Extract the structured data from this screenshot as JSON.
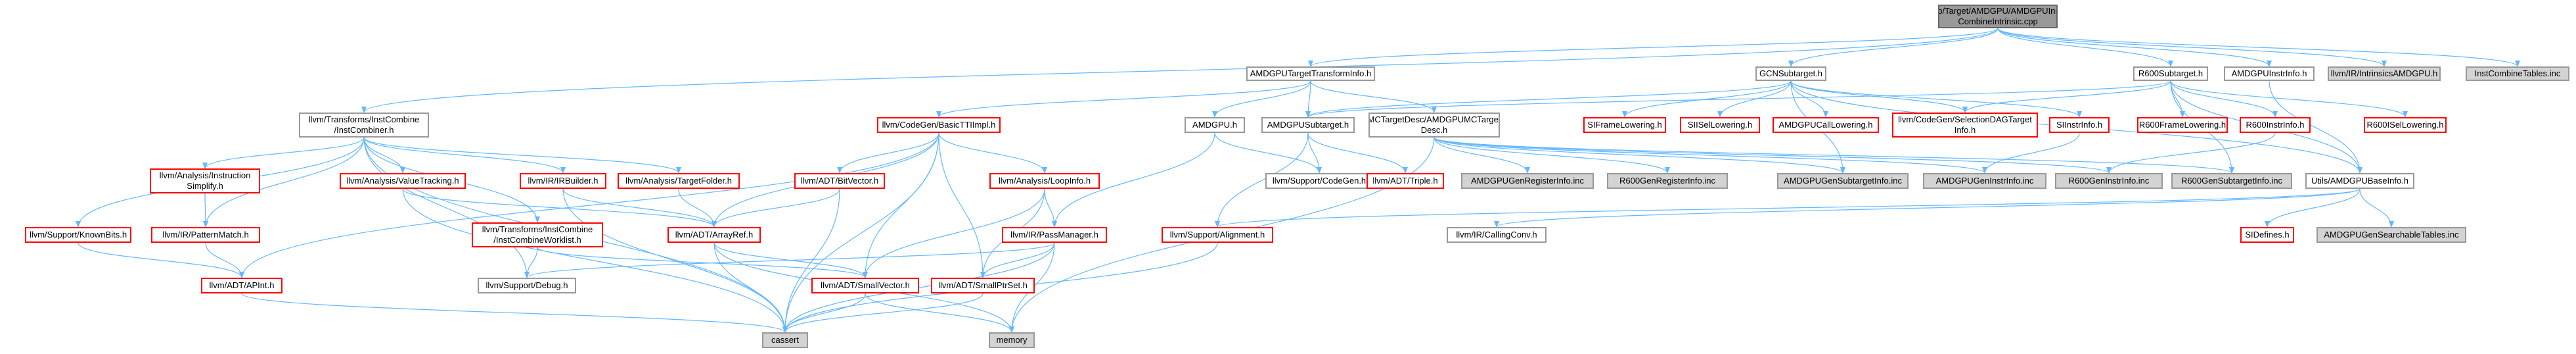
{
  "graph": {
    "root": {
      "label": "lib/Target/AMDGPU/AMDGPUInst\nCombineIntrinsic.cpp"
    },
    "nodes": {
      "ttinfo": {
        "label": "AMDGPUTargetTransformInfo.h"
      },
      "gcn": {
        "label": "GCNSubtarget.h"
      },
      "r600sub": {
        "label": "R600Subtarget.h"
      },
      "instrinfo": {
        "label": "AMDGPUInstrInfo.h"
      },
      "intrinsics": {
        "label": "llvm/IR/IntrinsicsAMDGPU.h"
      },
      "combtables": {
        "label": "InstCombineTables.inc"
      },
      "instcombiner": {
        "label": "llvm/Transforms/InstCombine\n/InstCombiner.h"
      },
      "codegenbt": {
        "label": "llvm/CodeGen/BasicTTIImpl.h"
      },
      "amdgpuh": {
        "label": "AMDGPU.h"
      },
      "amdgpusub": {
        "label": "AMDGPUSubtarget.h"
      },
      "mctarget": {
        "label": "MCTargetDesc/AMDGPUMCTarget\nDesc.h"
      },
      "siframe": {
        "label": "SIFrameLowering.h"
      },
      "siisel": {
        "label": "SIISelLowering.h"
      },
      "callLower": {
        "label": "AMDGPUCallLowering.h"
      },
      "seldag": {
        "label": "llvm/CodeGen/SelectionDAGTarget\nInfo.h"
      },
      "siinstr": {
        "label": "SIInstrInfo.h"
      },
      "r600frame": {
        "label": "R600FrameLowering.h"
      },
      "r600instr": {
        "label": "R600InstrInfo.h"
      },
      "r600isel": {
        "label": "R600ISelLowering.h"
      },
      "instsimp": {
        "label": "llvm/Analysis/Instruction\nSimplify.h"
      },
      "valtrack": {
        "label": "llvm/Analysis/ValueTracking.h"
      },
      "irbuilder": {
        "label": "llvm/IR/IRBuilder.h"
      },
      "targetfolder": {
        "label": "llvm/Analysis/TargetFolder.h"
      },
      "bitvector": {
        "label": "llvm/ADT/BitVector.h"
      },
      "loopinfo": {
        "label": "llvm/Analysis/LoopInfo.h"
      },
      "targetcodegen": {
        "label": "llvm/Support/CodeGen.h"
      },
      "triple": {
        "label": "llvm/ADT/Triple.h"
      },
      "genreg": {
        "label": "AMDGPUGenRegisterInfo.inc"
      },
      "r600reg": {
        "label": "R600GenRegisterInfo.inc"
      },
      "gensub": {
        "label": "AMDGPUGenSubtargetInfo.inc"
      },
      "geninstr": {
        "label": "AMDGPUGenInstrInfo.inc"
      },
      "r600geninstr": {
        "label": "R600GenInstrInfo.inc"
      },
      "r600gensub": {
        "label": "R600GenSubtargetInfo.inc"
      },
      "baseinfo": {
        "label": "Utils/AMDGPUBaseInfo.h"
      },
      "knownbits": {
        "label": "llvm/Support/KnownBits.h"
      },
      "patternmatch": {
        "label": "llvm/IR/PatternMatch.h"
      },
      "worklist": {
        "label": "llvm/Transforms/InstCombine\n/InstCombineWorklist.h"
      },
      "arrayref": {
        "label": "llvm/ADT/ArrayRef.h"
      },
      "passmgr": {
        "label": "llvm/IR/PassManager.h"
      },
      "alignment": {
        "label": "llvm/Support/Alignment.h"
      },
      "callconv": {
        "label": "llvm/IR/CallingConv.h"
      },
      "sidefines": {
        "label": "SIDefines.h"
      },
      "searchtables": {
        "label": "AMDGPUGenSearchableTables.inc"
      },
      "apint": {
        "label": "llvm/ADT/APInt.h"
      },
      "debug": {
        "label": "llvm/Support/Debug.h"
      },
      "smallvector": {
        "label": "llvm/ADT/SmallVector.h"
      },
      "smallptrset": {
        "label": "llvm/ADT/SmallPtrSet.h"
      },
      "cassert": {
        "label": "cassert"
      },
      "memory": {
        "label": "memory"
      }
    },
    "edges": [
      [
        "root",
        "ttinfo"
      ],
      [
        "root",
        "gcn"
      ],
      [
        "root",
        "r600sub"
      ],
      [
        "root",
        "instrinfo"
      ],
      [
        "root",
        "intrinsics"
      ],
      [
        "root",
        "combtables"
      ],
      [
        "root",
        "instcombiner"
      ],
      [
        "ttinfo",
        "codegenbt"
      ],
      [
        "ttinfo",
        "amdgpuh"
      ],
      [
        "ttinfo",
        "amdgpusub"
      ],
      [
        "ttinfo",
        "mctarget"
      ],
      [
        "gcn",
        "amdgpusub"
      ],
      [
        "gcn",
        "siframe"
      ],
      [
        "gcn",
        "siisel"
      ],
      [
        "gcn",
        "callLower"
      ],
      [
        "gcn",
        "seldag"
      ],
      [
        "gcn",
        "siinstr"
      ],
      [
        "gcn",
        "gensub"
      ],
      [
        "gcn",
        "baseinfo"
      ],
      [
        "r600sub",
        "amdgpusub"
      ],
      [
        "r600sub",
        "r600frame"
      ],
      [
        "r600sub",
        "r600instr"
      ],
      [
        "r600sub",
        "r600isel"
      ],
      [
        "r600sub",
        "seldag"
      ],
      [
        "r600sub",
        "r600gensub"
      ],
      [
        "r600sub",
        "baseinfo"
      ],
      [
        "instrinfo",
        "baseinfo"
      ],
      [
        "instcombiner",
        "instsimp"
      ],
      [
        "instcombiner",
        "valtrack"
      ],
      [
        "instcombiner",
        "irbuilder"
      ],
      [
        "instcombiner",
        "targetfolder"
      ],
      [
        "instcombiner",
        "knownbits"
      ],
      [
        "instcombiner",
        "patternmatch"
      ],
      [
        "instcombiner",
        "worklist"
      ],
      [
        "instcombiner",
        "debug"
      ],
      [
        "instcombiner",
        "cassert"
      ],
      [
        "codegenbt",
        "bitvector"
      ],
      [
        "codegenbt",
        "loopinfo"
      ],
      [
        "codegenbt",
        "apint"
      ],
      [
        "codegenbt",
        "arrayref"
      ],
      [
        "codegenbt",
        "smallvector"
      ],
      [
        "codegenbt",
        "smallptrset"
      ],
      [
        "codegenbt",
        "cassert"
      ],
      [
        "amdgpuh",
        "targetcodegen"
      ],
      [
        "amdgpuh",
        "passmgr"
      ],
      [
        "amdgpusub",
        "targetcodegen"
      ],
      [
        "amdgpusub",
        "triple"
      ],
      [
        "amdgpusub",
        "alignment"
      ],
      [
        "mctarget",
        "genreg"
      ],
      [
        "mctarget",
        "r600reg"
      ],
      [
        "mctarget",
        "gensub"
      ],
      [
        "mctarget",
        "geninstr"
      ],
      [
        "mctarget",
        "r600geninstr"
      ],
      [
        "mctarget",
        "r600gensub"
      ],
      [
        "mctarget",
        "memory"
      ],
      [
        "siinstr",
        "geninstr"
      ],
      [
        "r600instr",
        "r600geninstr"
      ],
      [
        "baseinfo",
        "alignment"
      ],
      [
        "baseinfo",
        "callconv"
      ],
      [
        "baseinfo",
        "sidefines"
      ],
      [
        "baseinfo",
        "searchtables"
      ],
      [
        "instsimp",
        "patternmatch"
      ],
      [
        "patternmatch",
        "apint"
      ],
      [
        "knownbits",
        "apint"
      ],
      [
        "valtrack",
        "arrayref"
      ],
      [
        "valtrack",
        "cassert"
      ],
      [
        "irbuilder",
        "arrayref"
      ],
      [
        "irbuilder",
        "cassert"
      ],
      [
        "targetfolder",
        "arrayref"
      ],
      [
        "bitvector",
        "arrayref"
      ],
      [
        "bitvector",
        "cassert"
      ],
      [
        "loopinfo",
        "passmgr"
      ],
      [
        "loopinfo",
        "smallptrset"
      ],
      [
        "loopinfo",
        "smallvector"
      ],
      [
        "worklist",
        "smallvector"
      ],
      [
        "worklist",
        "debug"
      ],
      [
        "arrayref",
        "smallvector"
      ],
      [
        "arrayref",
        "cassert"
      ],
      [
        "arrayref",
        "memory"
      ],
      [
        "passmgr",
        "smallptrset"
      ],
      [
        "passmgr",
        "debug"
      ],
      [
        "passmgr",
        "memory"
      ],
      [
        "passmgr",
        "cassert"
      ],
      [
        "smallvector",
        "cassert"
      ],
      [
        "smallvector",
        "memory"
      ],
      [
        "smallptrset",
        "cassert"
      ],
      [
        "apint",
        "cassert"
      ],
      [
        "alignment",
        "cassert"
      ]
    ]
  }
}
